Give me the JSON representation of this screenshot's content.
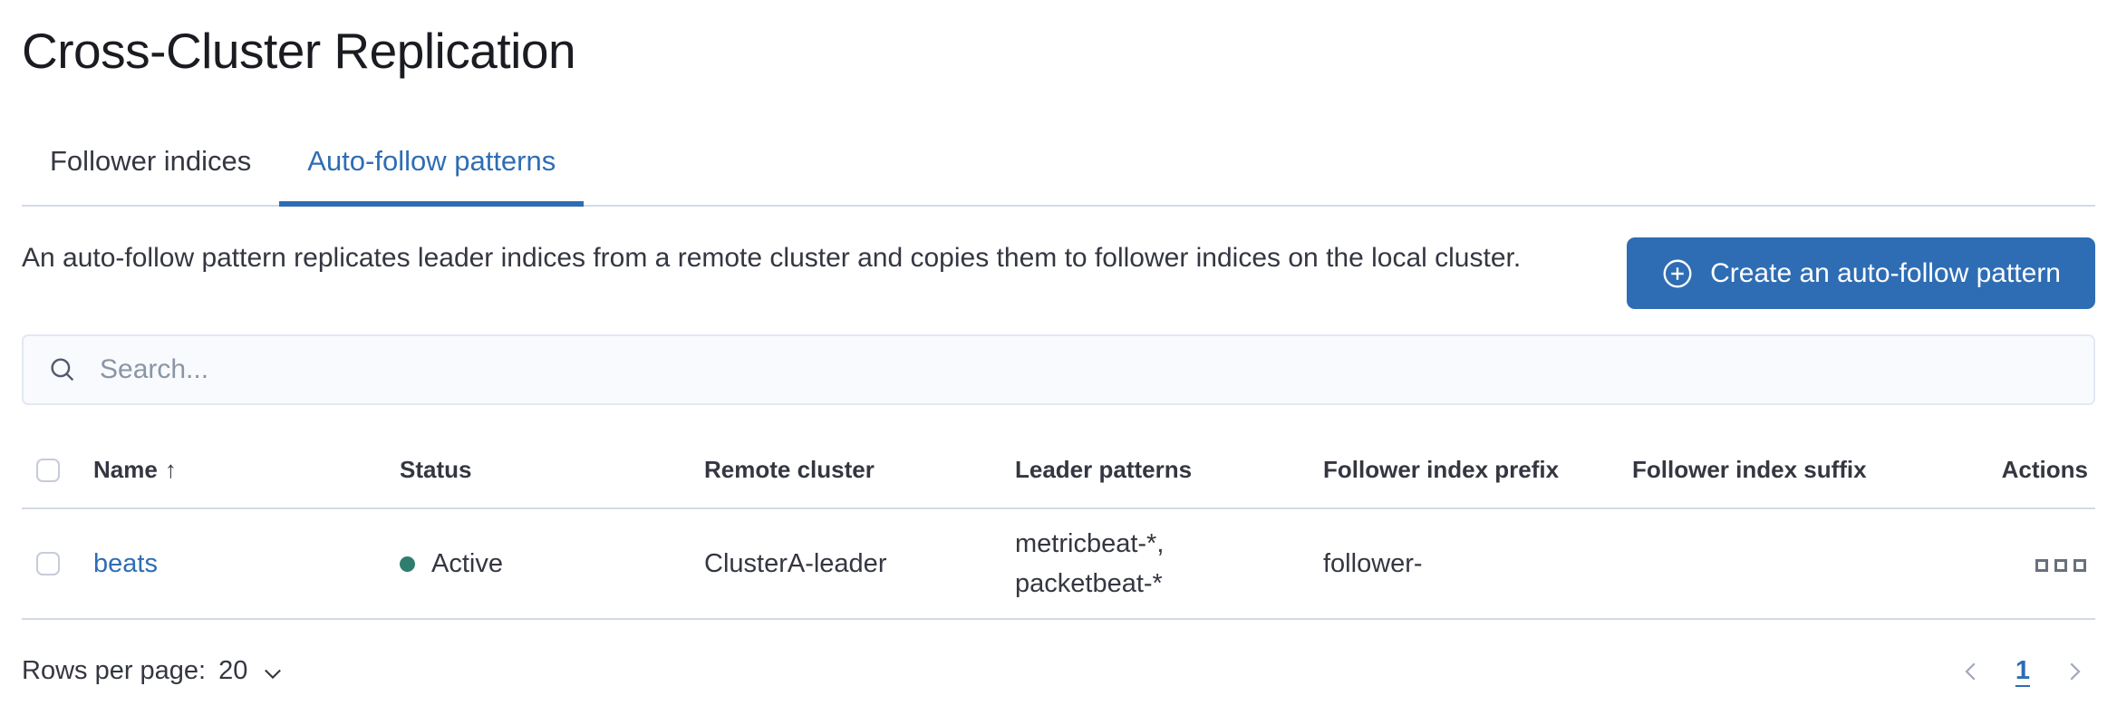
{
  "page": {
    "title": "Cross-Cluster Replication"
  },
  "tabs": [
    {
      "label": "Follower indices",
      "active": false
    },
    {
      "label": "Auto-follow patterns",
      "active": true
    }
  ],
  "intro": {
    "description": "An auto-follow pattern replicates leader indices from a remote cluster and copies them to follower indices on the local cluster.",
    "create_button_label": "Create an auto-follow pattern"
  },
  "search": {
    "placeholder": "Search...",
    "value": ""
  },
  "table": {
    "columns": [
      "Name",
      "Status",
      "Remote cluster",
      "Leader patterns",
      "Follower index prefix",
      "Follower index suffix",
      "Actions"
    ],
    "sort": {
      "column": "Name",
      "direction": "ascending",
      "glyph": "↑"
    },
    "rows": [
      {
        "name": "beats",
        "status": "Active",
        "remote_cluster": "ClusterA-leader",
        "leader_patterns_lines": [
          "metricbeat-*,",
          "packetbeat-*"
        ],
        "follower_index_prefix": "follower-",
        "follower_index_suffix": ""
      }
    ]
  },
  "footer": {
    "rows_per_page_label": "Rows per page:",
    "rows_per_page_value": "20",
    "current_page": "1"
  },
  "icons": {
    "create_button": "plus-in-circle",
    "search": "magnifier",
    "name_sort": "arrow-up",
    "row_actions": "boxes-horizontal",
    "rows_per_page": "chevron-down",
    "previous_page": "chevron-left",
    "next_page": "chevron-right"
  },
  "colors": {
    "primary_blue": "#2e6db4",
    "link_blue": "#2e6db4",
    "status_active": "#2e7d6f",
    "border": "#d3dae6",
    "icon_gray": "#69707d"
  }
}
